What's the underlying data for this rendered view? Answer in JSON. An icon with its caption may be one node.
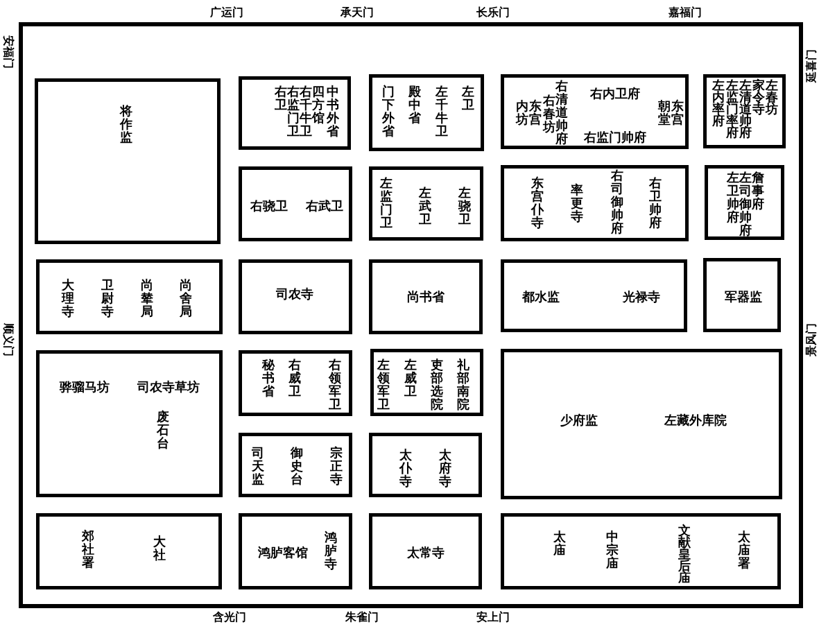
{
  "diagram": {
    "nodes": [
      {
        "text": [],
        "shape": "box"
      },
      {
        "text": [
          "将作监"
        ],
        "in": 0
      },
      {
        "text": [
          "右卫",
          "右监门卫",
          "右千牛卫",
          "四方馆",
          "中书外省"
        ],
        "in": 0
      },
      {
        "text": [
          "门下外省",
          "殿中省",
          "左千牛卫",
          "左卫"
        ],
        "in": 0
      },
      {
        "text": [
          "内坊",
          "东宫",
          "右春坊",
          "右清道帅府",
          "右内卫府",
          "右监门帅府",
          "朝堂",
          "东宫"
        ],
        "in": 0
      },
      {
        "text": [
          "左内率府",
          "左监门率府",
          "左清道帅府",
          "家令寺",
          "左春坊"
        ],
        "in": 0
      },
      {
        "text": [
          "右骁卫",
          "右武卫"
        ],
        "in": 0
      },
      {
        "text": [
          "左监门卫",
          "左武卫",
          "左骁卫"
        ],
        "in": 0
      },
      {
        "text": [
          "东宫仆寺",
          "率更寺",
          "右司御帅府",
          "右卫帅府"
        ],
        "in": 0
      },
      {
        "text": [
          "左卫帅府",
          "左司御帅府",
          "詹事府"
        ],
        "in": 0
      },
      {
        "text": [
          "大理寺",
          "卫尉寺",
          "尚辇局",
          "尚舍局"
        ],
        "in": 0
      },
      {
        "text": [
          "司农寺"
        ],
        "in": 0
      },
      {
        "text": [
          "尚书省"
        ],
        "in": 0
      },
      {
        "text": [
          "都水监",
          "光禄寺"
        ],
        "in": 0
      },
      {
        "text": [
          "军器监"
        ],
        "in": 0
      },
      {
        "text": [
          "骅骝马坊",
          "司农寺草坊",
          "废石台"
        ],
        "in": 0
      },
      {
        "text": [
          "秘书省",
          "右威卫",
          "右领军卫"
        ],
        "in": 0
      },
      {
        "text": [
          "左领军卫",
          "左威卫",
          "吏部选院",
          "礼部南院"
        ],
        "in": 0
      },
      {
        "text": [
          "少府监",
          "左藏外库院"
        ],
        "in": 0
      },
      {
        "text": [
          "司天监",
          "御史台",
          "宗正寺"
        ],
        "in": 0
      },
      {
        "text": [
          "太仆寺",
          "太府寺"
        ],
        "in": 0
      },
      {
        "text": [
          "郊社署",
          "大社"
        ],
        "in": 0
      },
      {
        "text": [
          "鸿胪客馆",
          "鸿胪寺"
        ],
        "in": 0
      },
      {
        "text": [
          "太常寺"
        ],
        "in": 0
      },
      {
        "text": [
          "太庙",
          "中宗庙",
          "文献皇后庙",
          "太庙署"
        ],
        "in": 0
      }
    ],
    "edges": [],
    "labels": [
      "广运门",
      "承天门",
      "长乐门",
      "嘉福门",
      "安福门",
      "延喜门",
      "顺义门",
      "景风门",
      "含光门",
      "朱雀门",
      "安上门"
    ]
  }
}
